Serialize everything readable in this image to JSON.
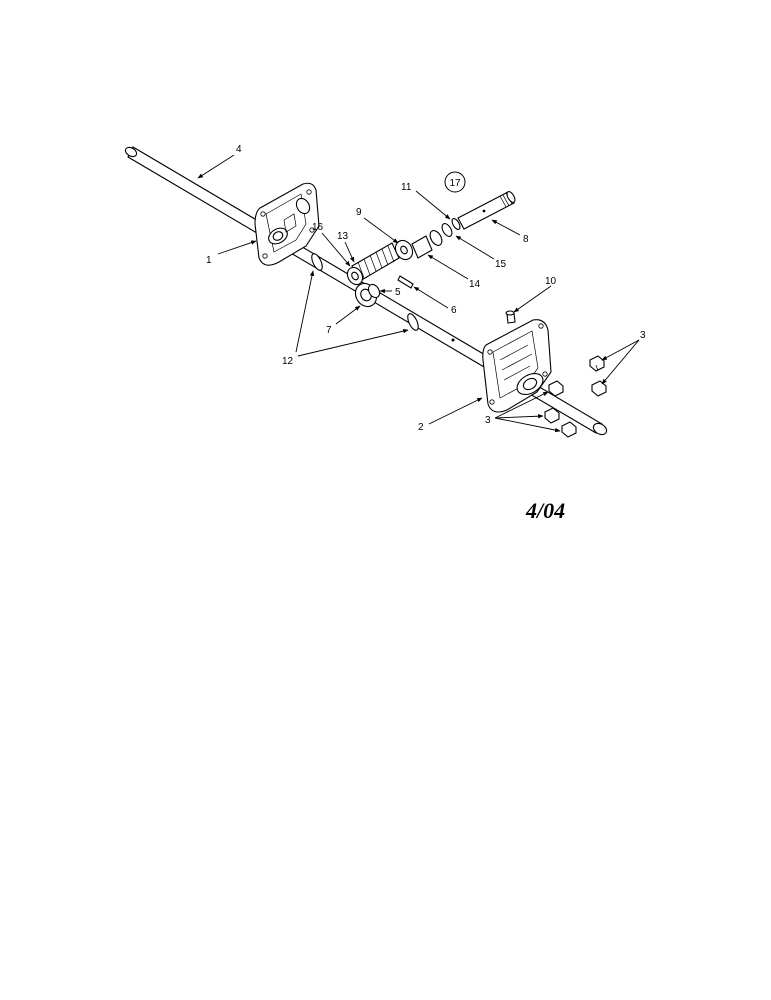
{
  "diagram": {
    "ref_number": "17",
    "date_stamp": "4/04",
    "callouts": [
      {
        "id": "c1",
        "label": "1"
      },
      {
        "id": "c2",
        "label": "2"
      },
      {
        "id": "c3a",
        "label": "3"
      },
      {
        "id": "c3b",
        "label": "3"
      },
      {
        "id": "c4",
        "label": "4"
      },
      {
        "id": "c5",
        "label": "5"
      },
      {
        "id": "c6",
        "label": "6"
      },
      {
        "id": "c7",
        "label": "7"
      },
      {
        "id": "c8",
        "label": "8"
      },
      {
        "id": "c9",
        "label": "9"
      },
      {
        "id": "c10",
        "label": "10"
      },
      {
        "id": "c11",
        "label": "11"
      },
      {
        "id": "c12",
        "label": "12"
      },
      {
        "id": "c13",
        "label": "13"
      },
      {
        "id": "c14",
        "label": "14"
      },
      {
        "id": "c15",
        "label": "15"
      },
      {
        "id": "c16",
        "label": "16"
      }
    ]
  }
}
